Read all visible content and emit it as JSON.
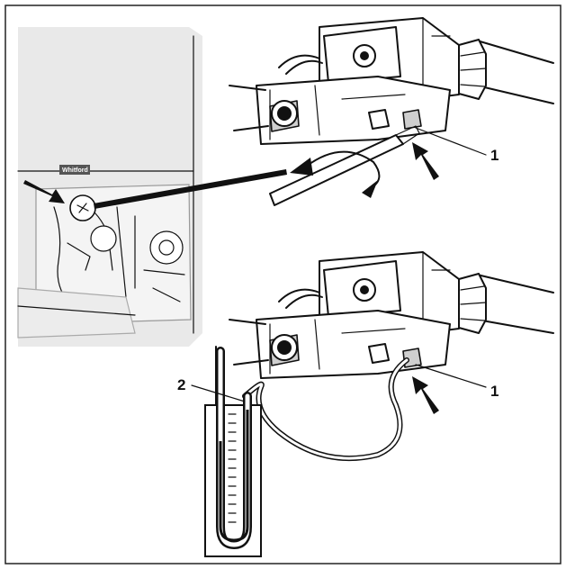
{
  "callouts": {
    "upper_valve_label": "1",
    "lower_valve_label": "1",
    "manometer_label": "2"
  },
  "boiler": {
    "logo_text": "Whitford"
  }
}
